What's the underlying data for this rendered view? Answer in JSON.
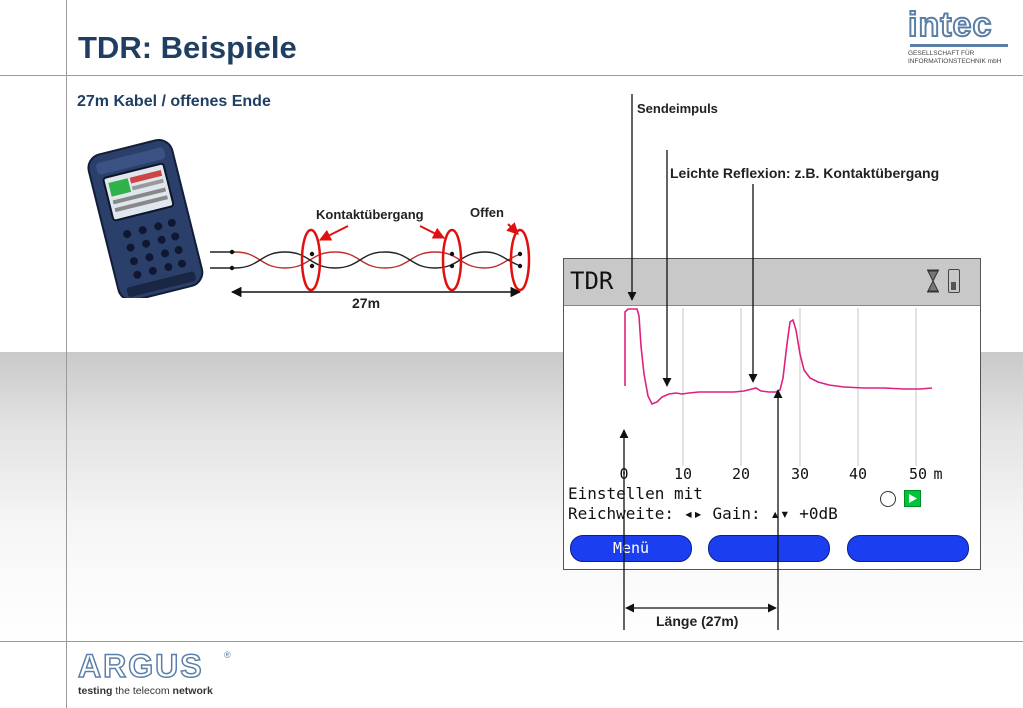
{
  "slide": {
    "title": "TDR: Beispiele",
    "subtitle": "27m Kabel / offenes Ende"
  },
  "logos": {
    "intec_word": "intec",
    "intec_sub_line1": "GESELLSCHAFT FÜR",
    "intec_sub_line2": "INFORMATIONSTECHNIK mbH",
    "argus_word": "ARGUS",
    "argus_reg": "®",
    "argus_tag_pre": "testing",
    "argus_tag_mid": " the telecom ",
    "argus_tag_post": "network"
  },
  "diagram": {
    "label_contact": "Kontaktübergang",
    "label_open": "Offen",
    "label_length": "27m"
  },
  "annotations": {
    "send_pulse": "Sendeimpuls",
    "light_reflection": "Leichte Reflexion: z.B. Kontaktübergang",
    "length": "Länge (27m)"
  },
  "tdr": {
    "title": "TDR",
    "ticks": [
      "0",
      "10",
      "20",
      "30",
      "40",
      "50"
    ],
    "unit": "m",
    "line1": "Einstellen mit",
    "line2_range": "Reichweite: ◂▸",
    "line2_gain": "Gain:",
    "line2_updown": "▴▾",
    "line2_db": "+0dB",
    "btn1": "Menü",
    "btn2": "",
    "btn3": ""
  },
  "colors": {
    "title": "#1f3f62",
    "trace": "#e0207f",
    "button": "#1b3ff0",
    "play": "#00c53a",
    "ellipse": "#e01010",
    "logo": "#5b7fa8"
  }
}
